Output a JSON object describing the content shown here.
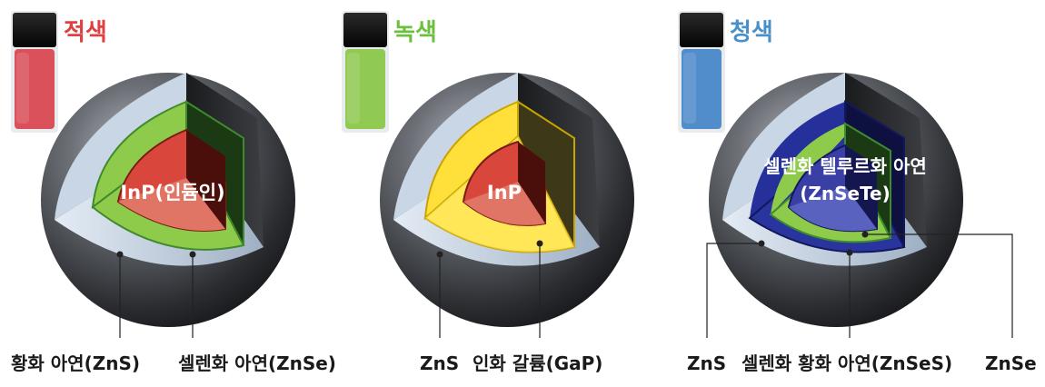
{
  "panels": [
    {
      "title": "적색",
      "title_color": "#e0403f",
      "vial_color": "#d8404a",
      "core_label": "InP(인듐인)",
      "labels": [
        "황화 아연(ZnS)",
        "셀렌화 아연(ZnSe)"
      ],
      "layer_colors": [
        "#c9d6e6",
        "#8fcb4a",
        "#d9473c"
      ]
    },
    {
      "title": "녹색",
      "title_color": "#6cbf3f",
      "vial_color": "#8cc84a",
      "core_label": "InP",
      "labels": [
        "ZnS",
        "인화 갈륨(GaP)"
      ],
      "layer_colors": [
        "#c9d6e6",
        "#ffe03a",
        "#d9473c"
      ]
    },
    {
      "title": "청색",
      "title_color": "#4a90c8",
      "vial_color": "#4a88c8",
      "core_label_lines": [
        "셀렌화 텔루르화 아연",
        "(ZnSeTe)"
      ],
      "labels": [
        "ZnS",
        "셀렌화 황화 아연(ZnSeS)",
        "ZnSe"
      ],
      "layer_colors": [
        "#c9d6e6",
        "#26309a",
        "#8fcb4a",
        "#3a3fa6"
      ]
    }
  ]
}
